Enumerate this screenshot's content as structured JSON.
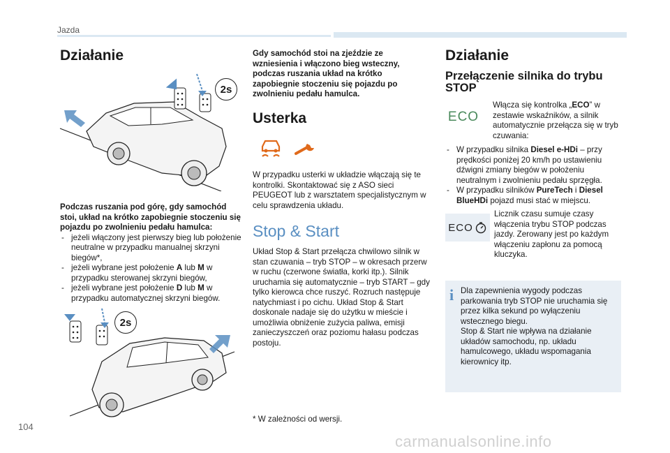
{
  "header": {
    "section": "Jazda"
  },
  "page_number": "104",
  "watermark": "carmanualsonline.info",
  "col1": {
    "title": "Działanie",
    "badge_top": "2s",
    "badge_bottom": "2s",
    "intro": "Podczas ruszania pod górę, gdy samochód stoi, układ na krótko zapobiegnie stoczeniu się pojazdu po zwolnieniu pedału hamulca:",
    "items": [
      {
        "prefix": "jeżeli włączony jest pierwszy bieg lub położenie neutralne w przypadku manualnej skrzyni biegów*,",
        "bold": "",
        "suffix": ""
      },
      {
        "prefix": "jeżeli wybrane jest położenie ",
        "bold": "A",
        "mid": " lub ",
        "bold2": "M",
        "suffix": " w przypadku sterowanej skrzyni biegów,"
      },
      {
        "prefix": "jeżeli wybrane jest położenie ",
        "bold": "D",
        "mid": " lub ",
        "bold2": "M",
        "suffix": " w przypadku automatycznej skrzyni biegów."
      }
    ]
  },
  "col2": {
    "reverse_note": "Gdy samochód stoi na zjeździe ze wzniesienia i włączono bieg wsteczny, podczas ruszania układ na krótko zapobiegnie stoczeniu się pojazdu po zwolnieniu pedału hamulca.",
    "fault_title": "Usterka",
    "fault_text": "W przypadku usterki w układzie włączają się te kontrolki. Skontaktować się z ASO sieci PEUGEOT lub z warsztatem specjalistycznym w celu sprawdzenia układu.",
    "ss_title": "Stop & Start",
    "ss_text": "Układ Stop & Start przełącza chwilowo silnik w stan czuwania – tryb STOP – w okresach przerw w ruchu (czerwone światła, korki itp.). Silnik uruchamia się automatycznie – tryb START – gdy tylko kierowca chce ruszyć. Rozruch następuje natychmiast i po cichu. Układ Stop & Start doskonale nadaje się do użytku w mieście i umożliwia obniżenie zużycia paliwa, emisji zanieczyszczeń oraz poziomu hałasu podczas postoju.",
    "footnote": "*  W zależności od wersji."
  },
  "col3": {
    "title": "Działanie",
    "subtitle": "Przełączenie silnika do trybu STOP",
    "eco_label": "ECO",
    "eco_text_a": "Włącza się kontrolka „",
    "eco_text_b": "ECO",
    "eco_text_c": "” w zestawie wskaźników, a silnik automatycznie przełącza się w tryb czuwania:",
    "items": [
      {
        "prefix": "W przypadku silnika ",
        "bold": "Diesel e-HDi",
        "suffix": " – przy prędkości poniżej 20 km/h po ustawieniu dźwigni zmiany biegów w położeniu neutralnym i zwolnieniu pedału sprzęgła."
      },
      {
        "prefix": "W przypadku silników ",
        "bold": "PureTech",
        "mid": " i ",
        "bold2": "Diesel BlueHDi",
        "suffix": " pojazd musi stać w miejscu."
      }
    ],
    "timer_label": "ECO",
    "timer_text": "Licznik czasu sumuje czasy włączenia trybu STOP podczas jazdy. Zerowany jest po każdym włączeniu zapłonu za pomocą kluczyka.",
    "info_icon": "i",
    "info_text_1": "Dla zapewnienia wygody podczas parkowania tryb STOP nie uruchamia się przez kilka sekund po wyłączeniu wstecznego biegu.",
    "info_text_2": "Stop & Start nie wpływa na działanie układów samochodu, np. układu hamulcowego, układu wspomagania kierownicy itp."
  },
  "colors": {
    "accent": "#5a8fc2",
    "eco_green": "#4a8a5c",
    "warning_orange": "#e06a1b",
    "info_bg": "#e9eff5"
  }
}
